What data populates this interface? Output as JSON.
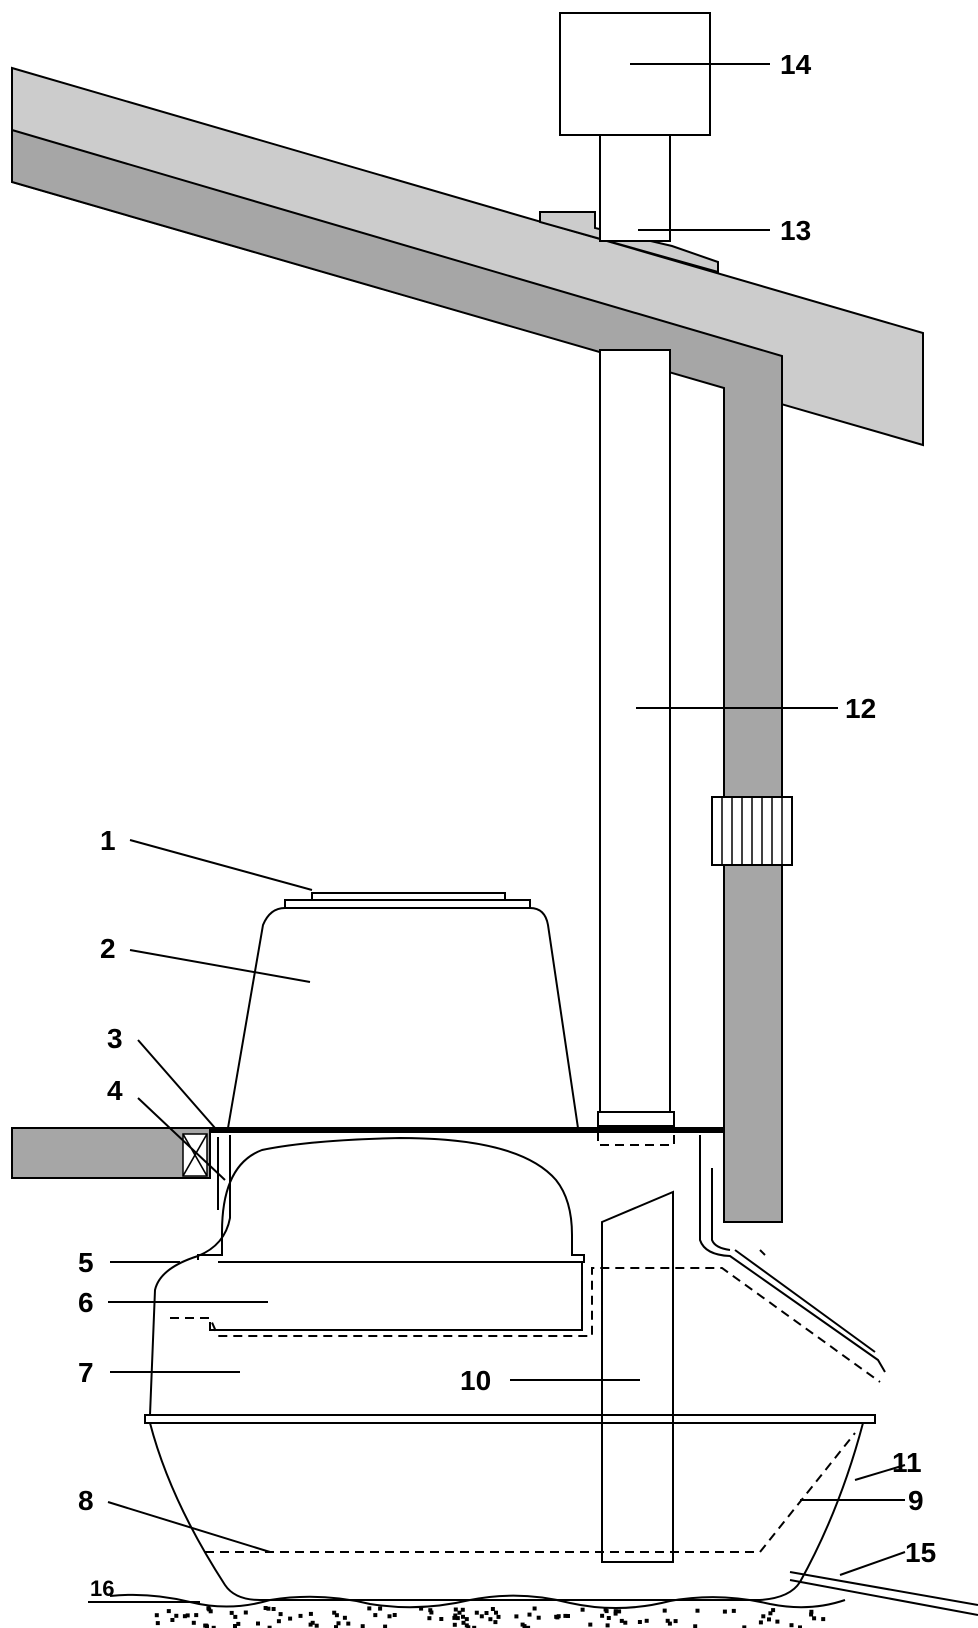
{
  "colors": {
    "roof_light": "#cccccc",
    "roof_dark": "#a6a6a6",
    "outline": "#000000",
    "background": "#ffffff"
  },
  "labels": [
    {
      "id": "1",
      "text": "1"
    },
    {
      "id": "2",
      "text": "2"
    },
    {
      "id": "3",
      "text": "3"
    },
    {
      "id": "4",
      "text": "4"
    },
    {
      "id": "5",
      "text": "5"
    },
    {
      "id": "6",
      "text": "6"
    },
    {
      "id": "7",
      "text": "7"
    },
    {
      "id": "8",
      "text": "8"
    },
    {
      "id": "9",
      "text": "9"
    },
    {
      "id": "10",
      "text": "10"
    },
    {
      "id": "11",
      "text": "11"
    },
    {
      "id": "12",
      "text": "12"
    },
    {
      "id": "13",
      "text": "13"
    },
    {
      "id": "14",
      "text": "14"
    },
    {
      "id": "15",
      "text": "15"
    },
    {
      "id": "16",
      "text": "16"
    }
  ]
}
